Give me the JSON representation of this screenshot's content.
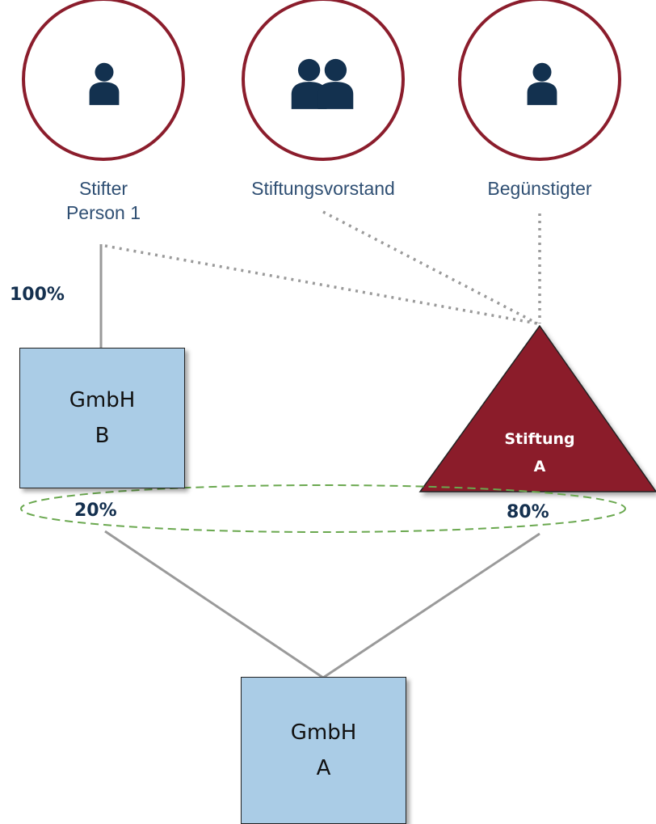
{
  "colors": {
    "circle_border": "#8b1d2c",
    "icon": "#13314f",
    "label_text": "#2f4f73",
    "percent_text": "#14304f",
    "box_fill": "#aacce6",
    "triangle_fill": "#8b1d2c",
    "connector": "#9a9a9a",
    "ellipse_dash": "#6aa84f"
  },
  "persons": [
    {
      "icon": "person-icon",
      "label_lines": [
        "Stifter",
        "Person 1"
      ]
    },
    {
      "icon": "group-icon",
      "label_lines": [
        "Stiftungsvorstand"
      ]
    },
    {
      "icon": "person-icon",
      "label_lines": [
        "Begünstigter"
      ]
    }
  ],
  "entities": {
    "gmbh_b": {
      "lines": [
        "GmbH",
        "B"
      ]
    },
    "stiftung_a": {
      "lines": [
        "Stiftung",
        "A"
      ]
    },
    "gmbh_a": {
      "lines": [
        "GmbH",
        "A"
      ]
    }
  },
  "ownership": {
    "stifter_to_gmbh_b": "100%",
    "gmbh_b_to_gmbh_a": "20%",
    "stiftung_to_gmbh_a": "80%"
  }
}
